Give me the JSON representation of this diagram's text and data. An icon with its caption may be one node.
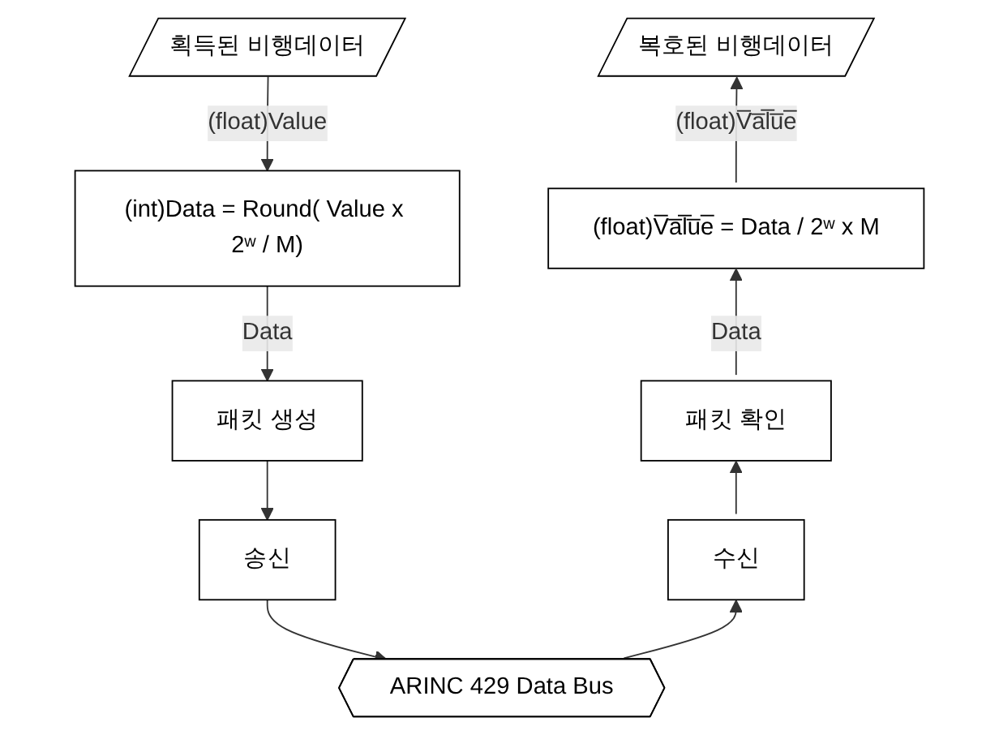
{
  "diagram": {
    "nodes": [
      {
        "text": [
          "획득된 비행데이터"
        ]
      },
      {
        "text": [
          "(int)Data = Round( Value x 2ʷ / M)"
        ]
      },
      {
        "text": [
          "패킷 생성"
        ]
      },
      {
        "text": [
          "송신"
        ]
      },
      {
        "text": [
          "ARINC 429 Data Bus"
        ]
      },
      {
        "text": [
          "수신"
        ]
      },
      {
        "text": [
          "패킷 확인"
        ]
      },
      {
        "text": [
          "(float)V̅a̅l̅u̅e̅ = Data / 2ʷ x M"
        ]
      },
      {
        "text": [
          "복호된 비행데이터"
        ]
      }
    ],
    "edges": [
      {
        "from": 0,
        "to": 1,
        "arrow": "to",
        "label": "(float)Value"
      },
      {
        "from": 1,
        "to": 2,
        "arrow": "to",
        "label": "Data"
      },
      {
        "from": 2,
        "to": 3,
        "arrow": "to"
      },
      {
        "from": 3,
        "to": 4,
        "arrow": "to"
      },
      {
        "from": 4,
        "to": 5,
        "arrow": "to"
      },
      {
        "from": 5,
        "to": 6,
        "arrow": "to"
      },
      {
        "from": 6,
        "to": 7,
        "arrow": "to",
        "label": "Data"
      },
      {
        "from": 7,
        "to": 8,
        "arrow": "to",
        "label": "(float)V̅a̅l̅u̅e̅"
      }
    ]
  }
}
